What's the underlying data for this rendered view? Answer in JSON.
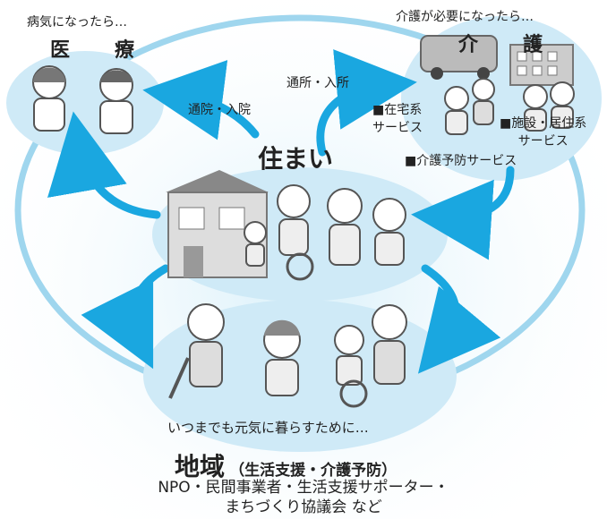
{
  "medical": {
    "caption": "病気になったら…",
    "heading": "医　療"
  },
  "care": {
    "caption": "介護が必要になったら…",
    "heading": "介　護",
    "home_service": "■在宅系\nサービス",
    "facility_service": "■施設・居住系\nサービス",
    "prevention_service": "■介護予防サービス"
  },
  "arrows": {
    "hospital": "通院・入院",
    "facility": "通所・入所"
  },
  "home": {
    "heading": "住まい"
  },
  "community": {
    "tagline": "いつまでも元気に暮らすために…",
    "heading": "地域",
    "heading_sub": "（生活支援・介護予防）",
    "organizations_line1": "NPO・民間事業者・生活支援サポーター・",
    "organizations_line2": "まちづくり協議会 など"
  },
  "colors": {
    "ring": "#9fd6ee",
    "bubble": "#cfeaf7",
    "arrow": "#1aa7e0"
  }
}
